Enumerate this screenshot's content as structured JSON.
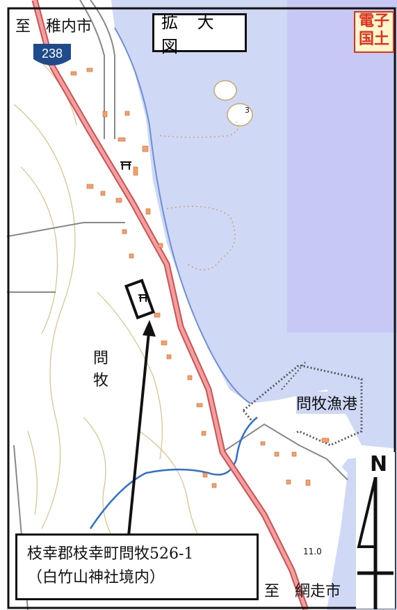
{
  "map": {
    "title": "拡 大 図",
    "badge": {
      "line1": "電子",
      "line2": "国土"
    },
    "route_number": "238",
    "dest_north": "至　稚内市",
    "dest_south": "至　網走市",
    "place_area": {
      "char1": "問",
      "char2": "牧"
    },
    "harbor_label": "問牧漁港",
    "elevation": "11.0",
    "spot_height": "3",
    "address": {
      "line1": "枝幸郡枝幸町問牧526-1",
      "line2": "（白竹山神社境内）"
    },
    "north_symbol": "N",
    "colors": {
      "sea": "#cfd9f5",
      "sea_deep": "#c8c8f5",
      "road": "#e88a8a",
      "road_edge": "#d05050",
      "contour": "#d9c08a",
      "river": "#2c6fd0",
      "building": "#f2a070",
      "marker": "#e0301e",
      "shield": "#1f4a8c"
    }
  }
}
